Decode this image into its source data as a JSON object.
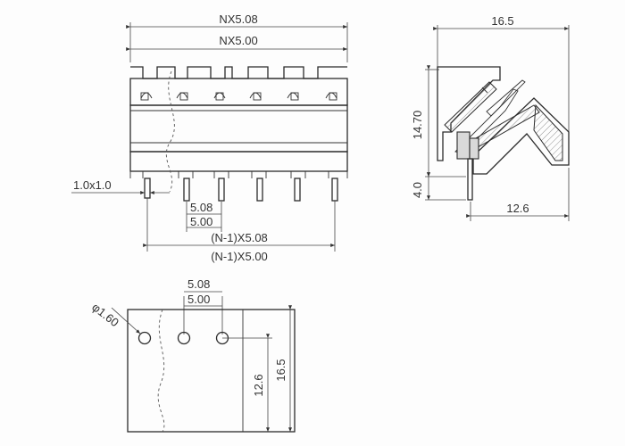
{
  "front_view": {
    "total_pitch_508": "NX5.08",
    "total_pitch_500": "NX5.00",
    "pin_size": "1.0x1.0",
    "pitch_508": "5.08",
    "pitch_500": "5.00",
    "span_508": "(N-1)X5.08",
    "span_500": "(N-1)X5.00"
  },
  "side_view": {
    "width": "16.5",
    "height": "14.70",
    "pin_length": "4.0",
    "depth": "12.6"
  },
  "footprint": {
    "pitch_508": "5.08",
    "pitch_500": "5.00",
    "hole_diameter": "φ1.60",
    "row_offset": "12.6",
    "overall_depth": "16.5"
  }
}
